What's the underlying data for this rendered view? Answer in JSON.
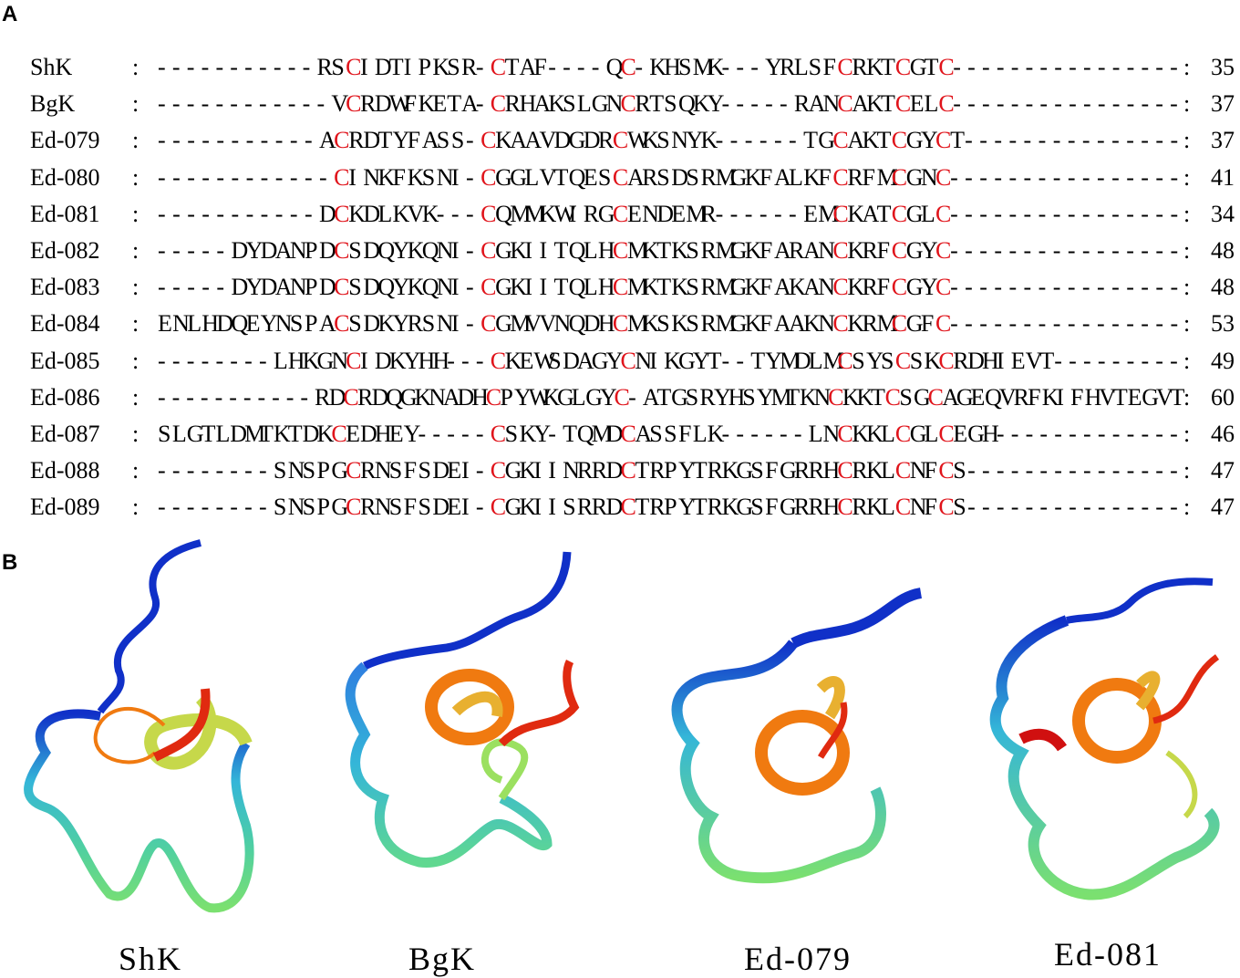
{
  "panels": {
    "a": "A",
    "b": "B"
  },
  "alignment": {
    "highlight_color": "#e0141b",
    "rows": [
      {
        "name": "ShK",
        "seq": "-----------RSCIDTIPKSR-CTAF----QC-KHSMK---YRLSFCRKTCGTC----------------",
        "len": "35"
      },
      {
        "name": "BgK",
        "seq": "------------VCRDWFKETA-CRHAKSLGNCRTSQKY-----RANCAKTCELC----------------",
        "len": "37"
      },
      {
        "name": "Ed-079",
        "seq": "-----------ACRDTYFASS-CKAAVDGDRCWKSNYK------TGCAKTCGYCT---------------",
        "len": "37"
      },
      {
        "name": "Ed-080",
        "seq": "------------CINKFKSNI-CGGLVTQESCARSDSRMGKFALKFCRFMCGNC----------------",
        "len": "41"
      },
      {
        "name": "Ed-081",
        "seq": "-----------DCKDLKVK---CQMMKWIRGCENDEMR------EMCKATCGLC----------------",
        "len": "34"
      },
      {
        "name": "Ed-082",
        "seq": "-----DYDANPDCSDQYKQNI-CGKIITQLHCMKTKSRMGKFARANCKRFCGYC----------------",
        "len": "48"
      },
      {
        "name": "Ed-083",
        "seq": "-----DYDANPDCSDQYKQNI-CGKIITQLHCMKTKSRMGKFAKANCKRFCGYC----------------",
        "len": "48"
      },
      {
        "name": "Ed-084",
        "seq": "ENLHDQEYNSPACSDKYRSNI-CGMVVNQDHCMKSKSRMGKFAAKNCKRMCGFC----------------",
        "len": "53"
      },
      {
        "name": "Ed-085",
        "seq": "--------LHKGNCIDKYHH---CKEWSDAGYCNIKGYT--TYMDLMCSYSCSKCRDHIEVT---------",
        "len": "49"
      },
      {
        "name": "Ed-086",
        "seq": "-----------RDCRDQGKNADHCPYWKGLGYC-ATGSRYHSYMTKNCKKTCSGCAGEQVRFKIFHVTEGVT",
        "len": "60"
      },
      {
        "name": "Ed-087",
        "seq": "SLGTLDMTKTDKCEDHEY-----CSKY-TQMDCASSFLK------LNCKKLCGLCEGH-------------",
        "len": "46"
      },
      {
        "name": "Ed-088",
        "seq": "--------SNSPGCRNSFSDEI-CGKIINRRDCTRPYTRKGSFGRRHCRKLCNFCS---------------",
        "len": "47"
      },
      {
        "name": "Ed-089",
        "seq": "--------SNSPGCRNSFSDEI-CGKIISRRDCTRPYTRKGSFGRRHCRKLCNFCS---------------",
        "len": "47"
      }
    ]
  },
  "structures": {
    "ribbon_colors": [
      "#1030c8",
      "#2f7fe0",
      "#34b6d8",
      "#40d0b0",
      "#7be070",
      "#c6d84a",
      "#e8b030",
      "#f07a10",
      "#e02a10"
    ],
    "labels": [
      "ShK",
      "BgK",
      "Ed-079",
      "Ed-081"
    ]
  }
}
